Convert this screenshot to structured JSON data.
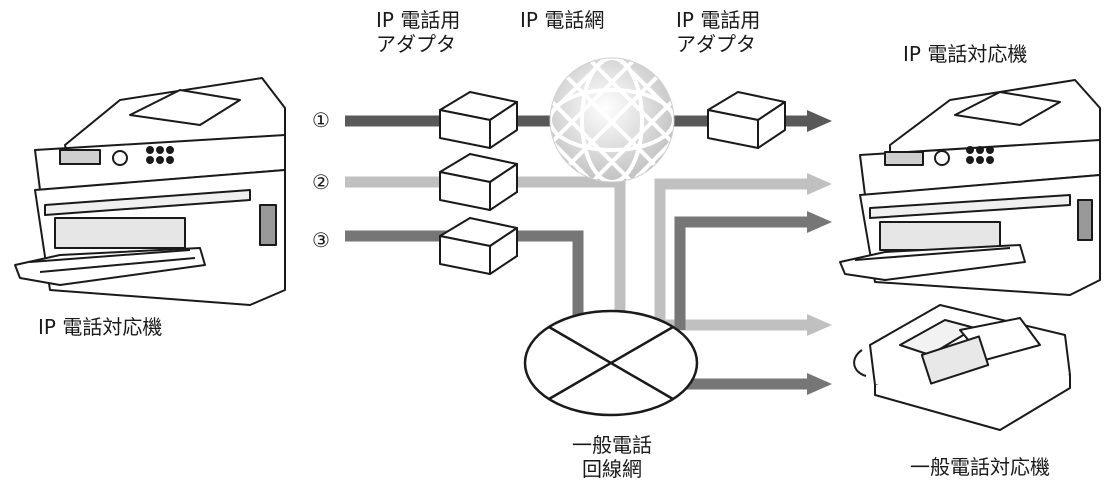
{
  "labels": {
    "adapter_left_line1": "IP 電話用",
    "adapter_left_line2": "アダプタ",
    "ip_network": "IP 電話網",
    "adapter_right_line1": "IP 電話用",
    "adapter_right_line2": "アダプタ",
    "ip_machine_right": "IP 電話対応機",
    "ip_machine_left": "IP 電話対応機",
    "pstn_line1": "一般電話",
    "pstn_line2": "回線網",
    "general_machine": "一般電話対応機"
  },
  "routes": [
    {
      "marker": "①"
    },
    {
      "marker": "②"
    },
    {
      "marker": "③"
    }
  ],
  "colors": {
    "route_1": "#595959",
    "route_2": "#c0c0c0",
    "route_3": "#767676",
    "outline": "#1a1a1a"
  }
}
